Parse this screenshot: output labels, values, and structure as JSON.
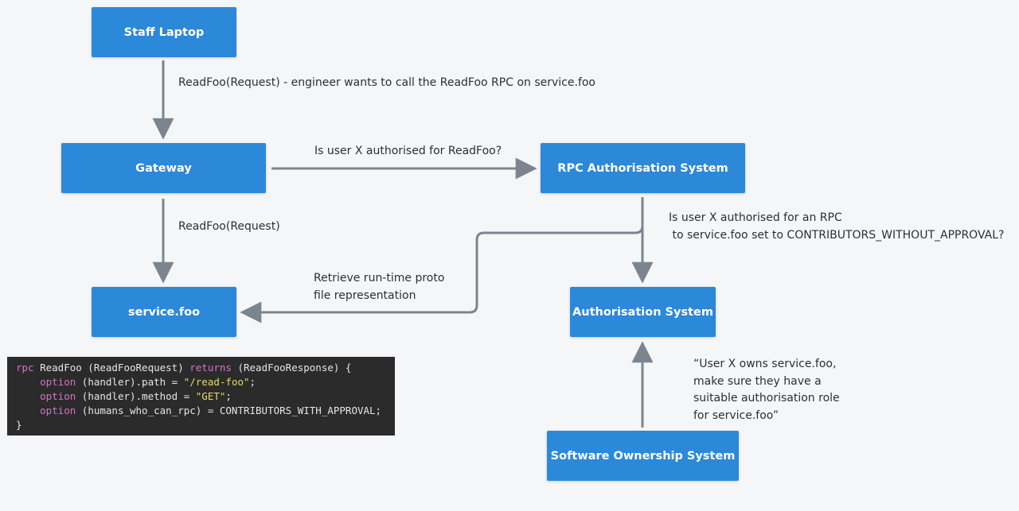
{
  "colors": {
    "node_fill": "#2c88d9",
    "arrow": "#7c858f",
    "code_bg": "#2b2b2b",
    "code_keyword": "#d572c8",
    "code_string": "#e8d96a"
  },
  "nodes": {
    "staff_laptop": "Staff Laptop",
    "gateway": "Gateway",
    "rpc_auth": "RPC Authorisation System",
    "service_foo": "service.foo",
    "auth_system": "Authorisation System",
    "software_ownership": "Software Ownership System"
  },
  "edges": {
    "laptop_to_gateway": "ReadFoo(Request) - engineer wants to call the ReadFoo RPC on service.foo",
    "gateway_to_rpc_auth": "Is user X authorised for ReadFoo?",
    "gateway_to_service": "ReadFoo(Request)",
    "rpc_auth_to_auth_system": "Is user X authorised for an RPC\n to service.foo set to CONTRIBUTORS_WITHOUT_APPROVAL?",
    "rpc_auth_to_service": "Retrieve run-time proto\nfile representation",
    "ownership_to_auth_system": "“User X owns service.foo,\nmake sure they have a\nsuitable authorisation role\nfor service.foo”"
  },
  "code": {
    "line1": {
      "kw1": "rpc",
      "t1": " ReadFoo (ReadFooRequest) ",
      "kw2": "returns",
      "t2": " (ReadFooResponse) {"
    },
    "line2": {
      "indent": "    ",
      "kw": "option",
      "t1": " (handler).path = ",
      "str": "\"/read-foo\"",
      "t2": ";"
    },
    "line3": {
      "indent": "    ",
      "kw": "option",
      "t1": " (handler).method = ",
      "str": "\"GET\"",
      "t2": ";"
    },
    "line4": {
      "indent": "    ",
      "kw": "option",
      "t1": " (humans_who_can_rpc) = CONTRIBUTORS_WITH_APPROVAL;"
    },
    "line5": {
      "t1": "}"
    }
  }
}
